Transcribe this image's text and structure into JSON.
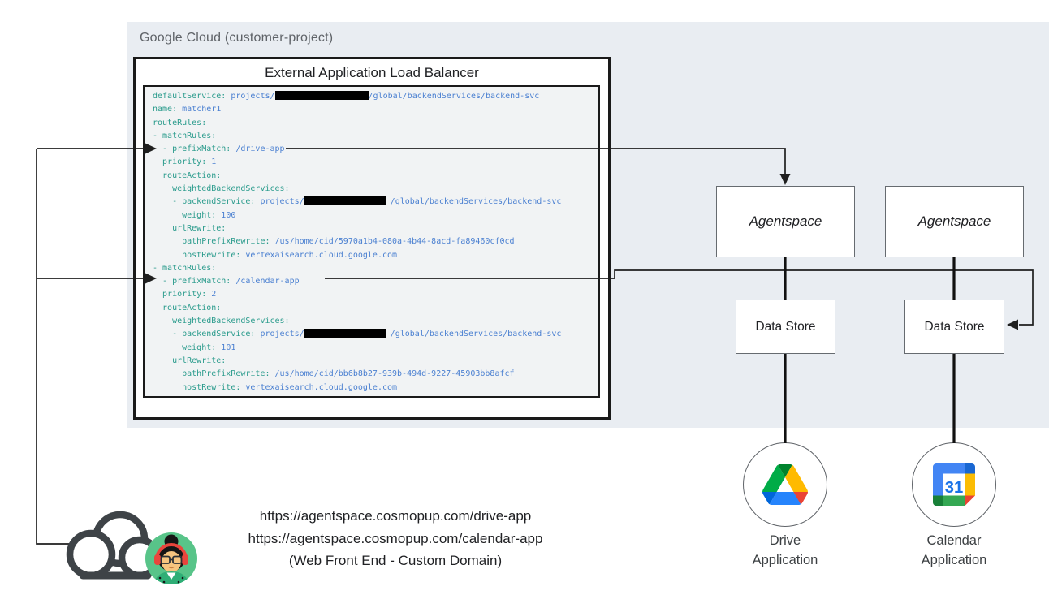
{
  "panel": {
    "title": "Google Cloud (customer-project)"
  },
  "load_balancer": {
    "title": "External Application Load Balancer",
    "code_lines": [
      [
        [
          "k",
          "defaultService:"
        ],
        [
          "v",
          " projects/"
        ],
        [
          "b",
          115
        ],
        [
          "v",
          "/global/backendServices/backend-svc"
        ]
      ],
      [
        [
          "k",
          "name:"
        ],
        [
          "v",
          " matcher1"
        ]
      ],
      [
        [
          "k",
          "routeRules:"
        ]
      ],
      [
        [
          "k",
          "- matchRules:"
        ]
      ],
      [
        [
          "k",
          "  - prefixMatch:"
        ],
        [
          "v",
          " /drive-app"
        ]
      ],
      [
        [
          "k",
          "  priority:"
        ],
        [
          "v",
          " 1"
        ]
      ],
      [
        [
          "k",
          "  routeAction:"
        ]
      ],
      [
        [
          "k",
          "    weightedBackendServices:"
        ]
      ],
      [
        [
          "k",
          "    - backendService:"
        ],
        [
          "v",
          " projects/"
        ],
        [
          "b",
          100
        ],
        [
          "v",
          " /global/backendServices/backend-svc"
        ]
      ],
      [
        [
          "k",
          "      weight:"
        ],
        [
          "v",
          " 100"
        ]
      ],
      [
        [
          "k",
          "    urlRewrite:"
        ]
      ],
      [
        [
          "k",
          "      pathPrefixRewrite:"
        ],
        [
          "v",
          " /us/home/cid/5970a1b4-080a-4b44-8acd-fa89460cf0cd"
        ]
      ],
      [
        [
          "k",
          "      hostRewrite:"
        ],
        [
          "v",
          " vertexaisearch.cloud.google.com"
        ]
      ],
      [
        [
          "k",
          "- matchRules:"
        ]
      ],
      [
        [
          "k",
          "  - prefixMatch:"
        ],
        [
          "v",
          " /calendar-app"
        ]
      ],
      [
        [
          "k",
          "  priority:"
        ],
        [
          "v",
          " 2"
        ]
      ],
      [
        [
          "k",
          "  routeAction:"
        ]
      ],
      [
        [
          "k",
          "    weightedBackendServices:"
        ]
      ],
      [
        [
          "k",
          "    - backendService:"
        ],
        [
          "v",
          " projects/"
        ],
        [
          "b",
          100
        ],
        [
          "v",
          " /global/backendServices/backend-svc"
        ]
      ],
      [
        [
          "k",
          "      weight:"
        ],
        [
          "v",
          " 101"
        ]
      ],
      [
        [
          "k",
          "    urlRewrite:"
        ]
      ],
      [
        [
          "k",
          "      pathPrefixRewrite:"
        ],
        [
          "v",
          " /us/home/cid/bb6b8b27-939b-494d-9227-45903bb8afcf"
        ]
      ],
      [
        [
          "k",
          "      hostRewrite:"
        ],
        [
          "v",
          " vertexaisearch.cloud.google.com"
        ]
      ]
    ]
  },
  "agentspace_boxes": [
    {
      "label": "Agentspace"
    },
    {
      "label": "Agentspace"
    }
  ],
  "data_stores": [
    {
      "label": "Data Store"
    },
    {
      "label": "Data Store"
    }
  ],
  "applications": [
    {
      "icon": "google-drive-logo",
      "label_line1": "Drive",
      "label_line2": "Application"
    },
    {
      "icon": "google-calendar-logo",
      "calendar_day": "31",
      "label_line1": "Calendar",
      "label_line2": "Application"
    }
  ],
  "frontend": {
    "url_drive": "https://agentspace.cosmopup.com/drive-app",
    "url_calendar": "https://agentspace.cosmopup.com/calendar-app",
    "caption": "(Web Front End - Custom Domain)",
    "icons": [
      "cloud-icon",
      "user-avatar"
    ]
  },
  "colors": {
    "panel_bg": "#e9edf2",
    "code_bg": "#f1f3f4",
    "code_key": "#2a9b8c",
    "code_value": "#4b80d1",
    "line": "#1f1f1f",
    "drive_green": "#00ac47",
    "drive_blue": "#2684fc",
    "drive_yellow": "#ffba00",
    "calendar_blue": "#4285f4",
    "calendar_red": "#ea4335"
  }
}
